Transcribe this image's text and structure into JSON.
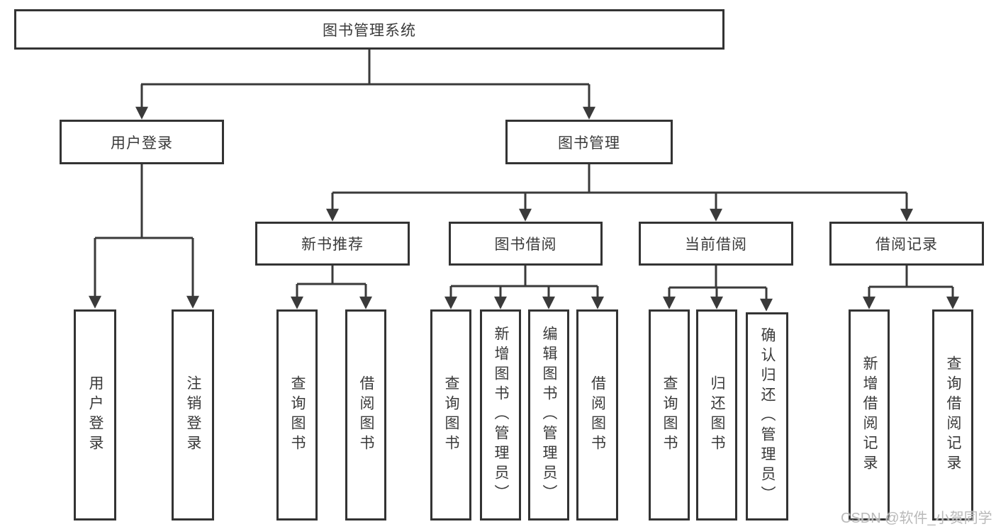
{
  "tree": {
    "label": "图书管理系统",
    "children": [
      {
        "label": "用户登录",
        "children": [
          {
            "label": "用户登录"
          },
          {
            "label": "注销登录"
          }
        ]
      },
      {
        "label": "图书管理",
        "children": [
          {
            "label": "新书推荐",
            "children": [
              {
                "label": "查询图书"
              },
              {
                "label": "借阅图书"
              }
            ]
          },
          {
            "label": "图书借阅",
            "children": [
              {
                "label": "查询图书"
              },
              {
                "label": "新增图书（管理员）"
              },
              {
                "label": "编辑图书（管理员）"
              },
              {
                "label": "借阅图书"
              }
            ]
          },
          {
            "label": "当前借阅",
            "children": [
              {
                "label": "查询图书"
              },
              {
                "label": "归还图书"
              },
              {
                "label": "确认归还（管理员）"
              }
            ]
          },
          {
            "label": "借阅记录",
            "children": [
              {
                "label": "新增借阅记录"
              },
              {
                "label": "查询借阅记录"
              }
            ]
          }
        ]
      }
    ]
  },
  "watermark": {
    "text": "CSDN @软件_小贺同学"
  },
  "colors": {
    "line": "#3a3a3a",
    "box_border": "#333333",
    "box_fill": "#ffffff",
    "text": "#3a3a3a",
    "watermark": "#b9b9b9"
  }
}
